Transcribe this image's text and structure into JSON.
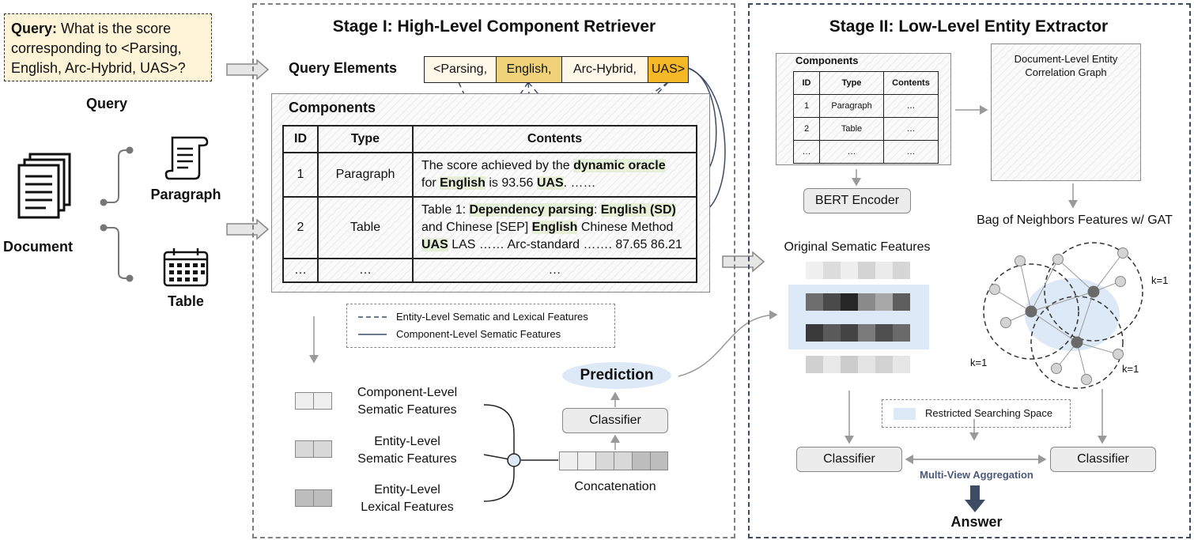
{
  "query": {
    "label": "Query:",
    "text": "What is the score corresponding to <Parsing, English, Arc-Hybrid, UAS>?",
    "caption": "Query"
  },
  "document": {
    "label": "Document",
    "paragraph_label": "Paragraph",
    "table_label": "Table"
  },
  "stage1": {
    "title": "Stage I: High-Level Component Retriever",
    "query_elements_label": "Query Elements",
    "query_elements": [
      "<Parsing,",
      "English,",
      "Arc-Hybrid,",
      "UAS>"
    ],
    "components_title": "Components",
    "table": {
      "headers": [
        "ID",
        "Type",
        "Contents"
      ],
      "rows": [
        {
          "id": "1",
          "type": "Paragraph",
          "c1": "The score achieved by the ",
          "c1b": "dynamic oracle",
          "c2": "for ",
          "c2b": "English",
          "c2c": " is 93.56 ",
          "c2d": "UAS",
          "c2e": ". ……"
        },
        {
          "id": "2",
          "type": "Table",
          "d1": "Table 1: ",
          "d1b": "Dependency parsing",
          "d1c": ": ",
          "d1d": "English (SD)",
          "d2": "and Chinese [SEP] ",
          "d2b": "English",
          "d2c": " Chinese Method",
          "d3b": "UAS",
          "d3": " LAS …… Arc-standard ……. 87.65 86.21"
        },
        {
          "id": "…",
          "type": "…",
          "contents": "…"
        }
      ]
    },
    "legend": {
      "dashed": "Entity-Level Sematic and Lexical Features",
      "solid": "Component-Level Sematic Features"
    },
    "features": [
      {
        "line1": "Component-Level",
        "line2": "Sematic Features"
      },
      {
        "line1": "Entity-Level",
        "line2": "Sematic Features"
      },
      {
        "line1": "Entity-Level",
        "line2": "Lexical Features"
      }
    ],
    "concatenation_label": "Concatenation",
    "classifier_label": "Classifier",
    "prediction_label": "Prediction"
  },
  "stage2": {
    "title": "Stage II: Low-Level Entity Extractor",
    "components_title": "Components",
    "table": {
      "headers": [
        "ID",
        "Type",
        "Contents"
      ],
      "rows": [
        [
          "1",
          "Paragraph",
          "…"
        ],
        [
          "2",
          "Table",
          "…"
        ],
        [
          "…",
          "…",
          "…"
        ]
      ]
    },
    "graph_title_line1": "Document-Level Entity",
    "graph_title_line2": "Correlation Graph",
    "bert_label": "BERT Encoder",
    "original_features_label": "Original Sematic Features",
    "bag_label": "Bag of Neighbors Features w/ GAT",
    "k_labels": [
      "k=1",
      "k=1",
      "k=1"
    ],
    "restricted_label": "Restricted Searching Space",
    "classifier_left": "Classifier",
    "classifier_right": "Classifier",
    "aggregation_label": "Multi-View Aggregation",
    "answer_label": "Answer"
  },
  "colors": {
    "query_bg": "#fdf3d7",
    "qe_white": "#fff8e8",
    "qe_tan": "#f0d27a",
    "qe_orange": "#f5b826",
    "highlight": "#e6f0d8",
    "restricted": "#dde9f6",
    "prediction": "#dde9f6",
    "stage2_border": "#3d4b63"
  }
}
